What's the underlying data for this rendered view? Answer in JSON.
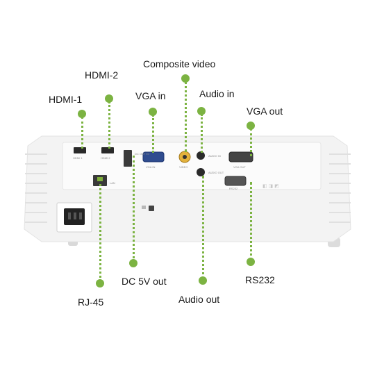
{
  "colors": {
    "leader": "#7cb342",
    "body": "#f2f2f2",
    "panel": "#fafafa",
    "port": "#2a2a2a"
  },
  "labels": {
    "composite_video": "Composite video",
    "hdmi_2": "HDMI-2",
    "hdmi_1": "HDMI-1",
    "vga_in": "VGA in",
    "audio_in": "Audio in",
    "vga_out": "VGA out",
    "rj45": "RJ-45",
    "dc_5v_out": "DC 5V out",
    "audio_out": "Audio out",
    "rs232": "RS232"
  },
  "port_captions": {
    "hdmi_1": "HDMI 1",
    "hdmi_2": "HDMI 2",
    "vga_in": "VGA IN",
    "video": "VIDEO",
    "audio_in": "AUDIO IN",
    "vga_out": "VGA OUT",
    "audio_out": "AUDIO OUT",
    "rs232": "RS232",
    "lan": "LAN",
    "dc_out": "DC OUT 5V"
  }
}
